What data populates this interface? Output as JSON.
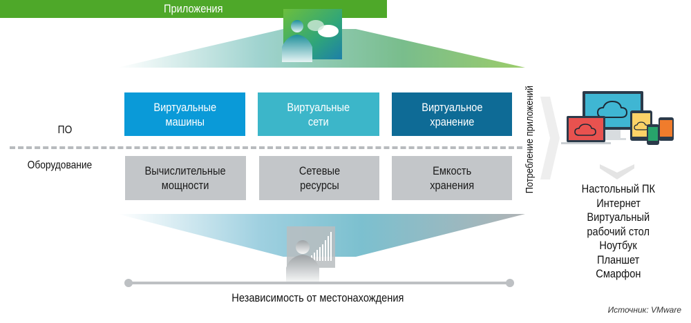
{
  "title_bar": {
    "label": "Приложения"
  },
  "software_layer": {
    "label": "ПО",
    "boxes": [
      {
        "line1": "Виртуальные",
        "line2": "машины",
        "color": "#0a9ad8"
      },
      {
        "line1": "Виртуальные",
        "line2": "сети",
        "color": "#3cb6c9"
      },
      {
        "line1": "Виртуальное",
        "line2": "хранение",
        "color": "#0e6b96"
      }
    ]
  },
  "hardware_layer": {
    "label": "Оборудование",
    "boxes": [
      {
        "line1": "Вычислительные",
        "line2": "мощности"
      },
      {
        "line1": "Сетевые",
        "line2": "ресурсы"
      },
      {
        "line1": "Емкость",
        "line2": "хранения"
      }
    ]
  },
  "consumption_label": "Потребление приложений",
  "devices": [
    "Настольный ПК",
    "Интернет",
    "Виртуальный",
    "рабочий стол",
    "Ноутбук",
    "Планшет",
    "Смарфон"
  ],
  "location_label": "Независимость от местонахождения",
  "source": "Источник: VMware",
  "colors": {
    "apps_green": "#4ea829",
    "grey_box": "#c3c6c9",
    "dash": "#b8bbbe"
  }
}
